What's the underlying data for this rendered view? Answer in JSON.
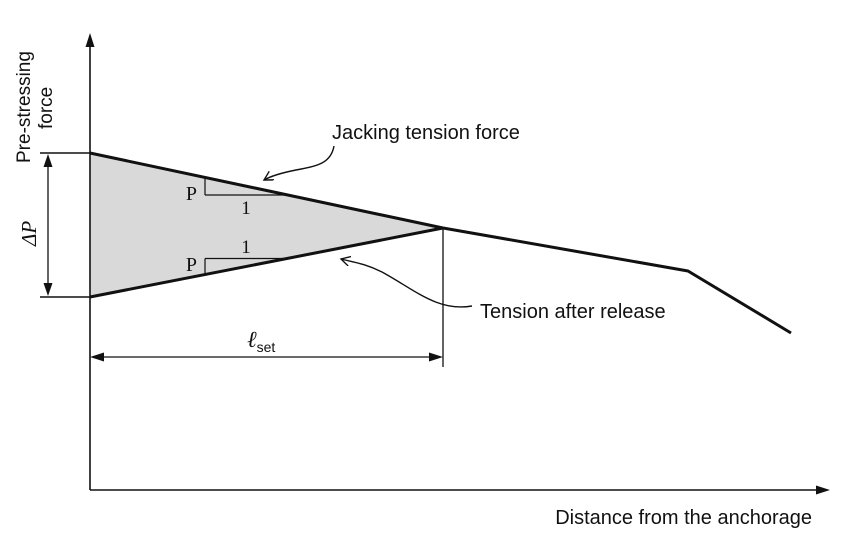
{
  "diagram": {
    "y_axis_label": {
      "line1": "Pre-stressing",
      "line2": "force"
    },
    "x_axis_label": "Distance from the anchorage",
    "curves": {
      "jacking_label": "Jacking tension force",
      "release_label": "Tension after release"
    },
    "dimensions": {
      "delta_p": "ΔP",
      "lset_symbol": "ℓ",
      "lset_subscript": "set"
    },
    "slope_indicators": {
      "upper_p": "P",
      "upper_one": "1",
      "lower_p": "P",
      "lower_one": "1"
    },
    "colors": {
      "line": "#111111",
      "shade": "#d9d9d9",
      "background": "#ffffff"
    }
  }
}
